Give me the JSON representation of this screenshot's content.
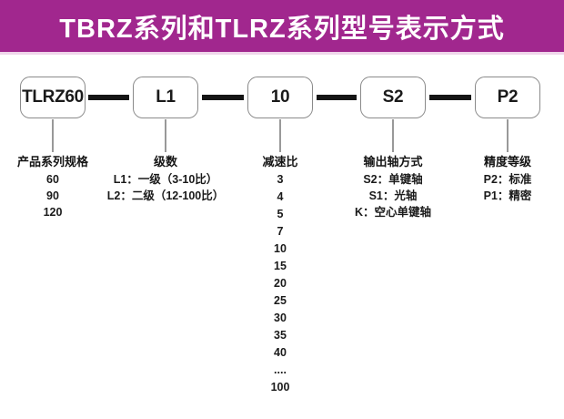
{
  "header": {
    "title": "TBRZ系列和TLRZ系列型号表示方式",
    "bg_color": "#A1278E",
    "underline_color": "#EFD6EA",
    "text_color": "#FFFFFF"
  },
  "diagram": {
    "columns": [
      {
        "code": "TLRZ60",
        "label": "产品系列规格",
        "options": [
          "60",
          "90",
          "120"
        ]
      },
      {
        "code": "L1",
        "label": "级数",
        "options": [
          "L1：一级（3-10比）",
          "L2：二级（12-100比）"
        ]
      },
      {
        "code": "10",
        "label": "减速比",
        "options": [
          "3",
          "4",
          "5",
          "7",
          "10",
          "15",
          "20",
          "25",
          "30",
          "35",
          "40",
          "....",
          "100"
        ]
      },
      {
        "code": "S2",
        "label": "输出轴方式",
        "options": [
          "S2：单键轴",
          "S1：光轴",
          "K：空心单键轴"
        ]
      },
      {
        "code": "P2",
        "label": "精度等级",
        "options": [
          "P2：标准",
          "P1：精密"
        ]
      }
    ]
  }
}
